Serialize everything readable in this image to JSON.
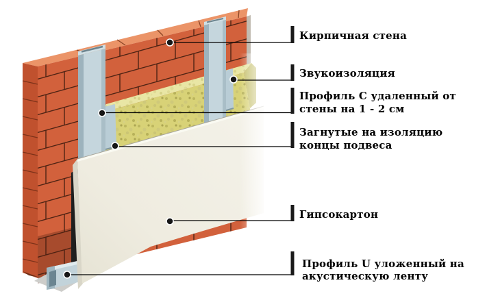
{
  "background": "#ffffff",
  "palette": {
    "brick_front": "#d2613c",
    "brick_top": "#eb9468",
    "brick_side": "#c0512e",
    "brick_joint": "#4a2112",
    "insulation_front": "#d8d277",
    "insulation_top": "#e9e6a5",
    "insulation_side": "#c6c06e",
    "profile_face": "#c5d6dd",
    "profile_flange": "#9db3bd",
    "profile_return": "#a9bec7",
    "profile_cap": "#cfdfe5",
    "drywall_light": "#f4f2e9",
    "drywall_dark": "#e6e3d4",
    "drywall_edge": "#d9d6c8",
    "tape": "#1f1f1f",
    "u_profile": "#c2d3da",
    "shadow": "#cdcdca",
    "callout_line": "#000000",
    "label_text": "#000000"
  },
  "callouts": [
    {
      "name": "brick-wall",
      "line1": "Кирпичная стена",
      "line2": ""
    },
    {
      "name": "sound-insulation",
      "line1": "Звукоизоляция",
      "line2": ""
    },
    {
      "name": "profile-c",
      "line1": "Профиль C удаленный от",
      "line2": "стены на 1 - 2 см"
    },
    {
      "name": "hanger-ends",
      "line1": "Загнутые на изоляцию",
      "line2": "концы подвеса"
    },
    {
      "name": "drywall",
      "line1": "Гипсокартон",
      "line2": ""
    },
    {
      "name": "profile-u",
      "line1": "Профиль U уложенный на",
      "line2": "акустическую ленту"
    }
  ]
}
